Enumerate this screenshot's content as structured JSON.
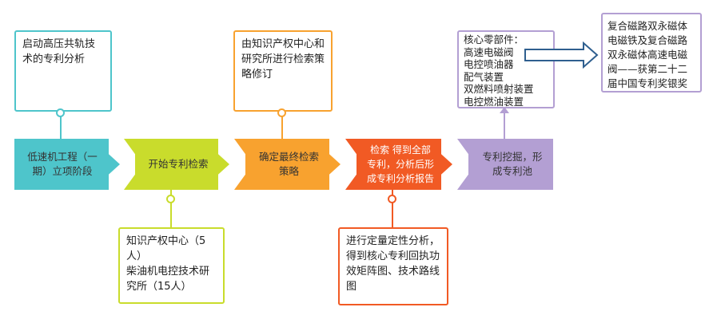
{
  "colors": {
    "teal": "#4ec5cb",
    "lime": "#c9dc2c",
    "orange": "#f8a22f",
    "red": "#f15a24",
    "purple": "#b39fd3",
    "arrow": "#2f5f8f"
  },
  "top_boxes": [
    {
      "text": "启动高压共轨技术的专利分析"
    },
    {
      "text": "由知识产权中心和研究所进行检索策略修订"
    },
    {
      "lines": [
        "核心零部件：",
        "高速电磁阀",
        "电控喷油器",
        "配气装置",
        "双燃料喷射装置",
        "电控燃油装置"
      ]
    }
  ],
  "award_box": {
    "text": "复合磁路双永磁体电磁铁及复合磁路双永磁体高速电磁阀——获第二十二届中国专利奖银奖"
  },
  "steps": [
    {
      "text": "低速机工程（一期）立项阶段"
    },
    {
      "text": "开始专利检索"
    },
    {
      "text": "确定最终检索策略"
    },
    {
      "text": "检索 得到全部专利，分析后形成专利分析报告"
    },
    {
      "text": "专利挖掘，形成专利池"
    }
  ],
  "bottom_boxes": [
    {
      "lines": [
        "知识产权中心（5人）",
        "柴油机电控技术研究所（15人）"
      ]
    },
    {
      "text": "进行定量定性分析，得到核心专利回执功效矩阵图、技术路线图"
    }
  ]
}
